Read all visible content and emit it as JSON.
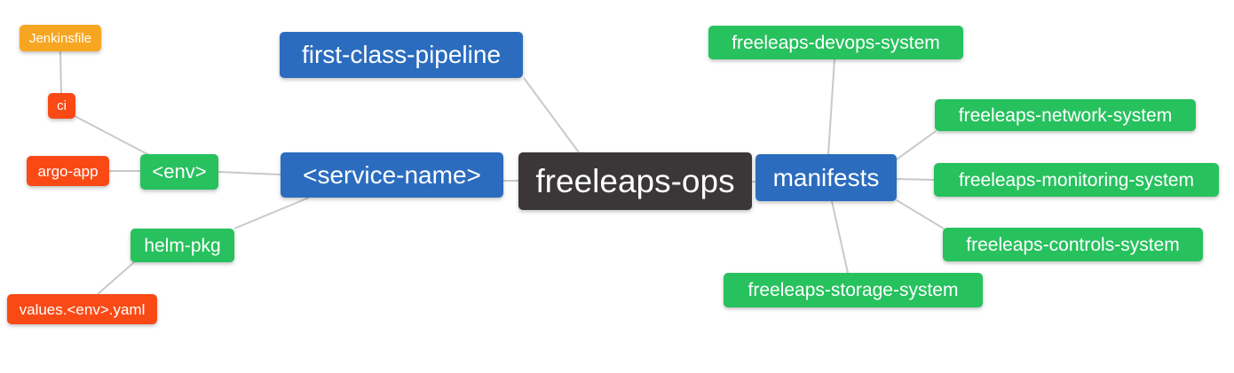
{
  "diagram": {
    "root_id": "freeleaps-ops",
    "palette": {
      "orange": "#f7a622",
      "red": "#f94a16",
      "green": "#27c15e",
      "blue": "#2b6cbe",
      "dark": "#3b3738",
      "edge": "#c9c9c9",
      "background": "#ffffff",
      "node_text": "#ffffff"
    },
    "nodes": [
      {
        "id": "jenkinsfile",
        "label": "Jenkinsfile",
        "color": "orange"
      },
      {
        "id": "ci",
        "label": "ci",
        "color": "red"
      },
      {
        "id": "argo-app",
        "label": "argo-app",
        "color": "red"
      },
      {
        "id": "env",
        "label": "<env>",
        "color": "green"
      },
      {
        "id": "helm-pkg",
        "label": "helm-pkg",
        "color": "green"
      },
      {
        "id": "values-env-yaml",
        "label": "values.<env>.yaml",
        "color": "red"
      },
      {
        "id": "first-class-pipeline",
        "label": "first-class-pipeline",
        "color": "blue"
      },
      {
        "id": "service-name",
        "label": "<service-name>",
        "color": "blue"
      },
      {
        "id": "freeleaps-ops",
        "label": "freeleaps-ops",
        "color": "dark"
      },
      {
        "id": "manifests",
        "label": "manifests",
        "color": "blue"
      },
      {
        "id": "freeleaps-devops-system",
        "label": "freeleaps-devops-system",
        "color": "green"
      },
      {
        "id": "freeleaps-network-system",
        "label": "freeleaps-network-system",
        "color": "green"
      },
      {
        "id": "freeleaps-monitoring-system",
        "label": "freeleaps-monitoring-system",
        "color": "green"
      },
      {
        "id": "freeleaps-controls-system",
        "label": "freeleaps-controls-system",
        "color": "green"
      },
      {
        "id": "freeleaps-storage-system",
        "label": "freeleaps-storage-system",
        "color": "green"
      }
    ],
    "edges": [
      {
        "from": "jenkinsfile",
        "to": "ci"
      },
      {
        "from": "ci",
        "to": "env"
      },
      {
        "from": "argo-app",
        "to": "env"
      },
      {
        "from": "env",
        "to": "service-name"
      },
      {
        "from": "service-name",
        "to": "helm-pkg"
      },
      {
        "from": "helm-pkg",
        "to": "values-env-yaml"
      },
      {
        "from": "first-class-pipeline",
        "to": "freeleaps-ops"
      },
      {
        "from": "service-name",
        "to": "freeleaps-ops"
      },
      {
        "from": "freeleaps-ops",
        "to": "manifests"
      },
      {
        "from": "manifests",
        "to": "freeleaps-devops-system"
      },
      {
        "from": "manifests",
        "to": "freeleaps-network-system"
      },
      {
        "from": "manifests",
        "to": "freeleaps-monitoring-system"
      },
      {
        "from": "manifests",
        "to": "freeleaps-controls-system"
      },
      {
        "from": "manifests",
        "to": "freeleaps-storage-system"
      }
    ]
  }
}
